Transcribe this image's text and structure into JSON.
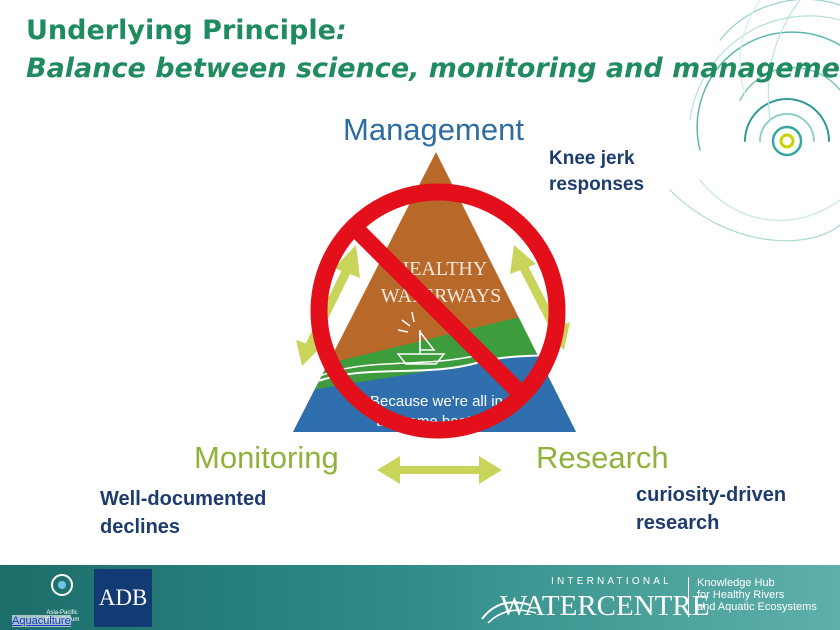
{
  "slide": {
    "title_line1": "Underlying Principle",
    "title_colon": ":",
    "title_line2": "Balance between science, monitoring and management"
  },
  "diagram": {
    "vertex_top": "Management",
    "vertex_left": "Monitoring",
    "vertex_right": "Research",
    "center_logo_line1": "HEALTHY",
    "center_logo_line2": "WATERWAYS",
    "center_tagline_line1": "Because we're all in",
    "center_tagline_line2": "the same boat",
    "prohibition_symbol": "no-entry-circle-slash",
    "colors": {
      "triangle_top": "#b8692a",
      "triangle_middle": "#3d9c3c",
      "triangle_bottom": "#2f6fae",
      "arrows": "#c9d45a",
      "prohibition": "#e3101b"
    }
  },
  "annotations": {
    "knee_jerk_line1": "Knee jerk",
    "knee_jerk_line2": "responses",
    "well_documented_line1": "Well-documented",
    "well_documented_line2": "declines",
    "curiosity_line1": "curiosity-driven",
    "curiosity_line2": "research"
  },
  "footer": {
    "apwf_line1": "Asia-Pacific",
    "apwf_line2": "Water Forum",
    "link_text": "Aquaculture",
    "adb": "ADB",
    "iwc_international": "INTERNATIONAL",
    "iwc_name": "WATERCENTRE",
    "hub_line1": "Knowledge Hub",
    "hub_line2": "for Healthy Rivers",
    "hub_line3": "and Aquatic Ecosystems",
    "background_color": "#1d6d6a"
  }
}
